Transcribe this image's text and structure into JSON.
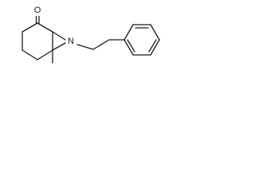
{
  "molecule": {
    "atoms": {
      "oxygen": "O",
      "nitrogen": "N"
    },
    "description_visible_text": [
      "O",
      "N"
    ]
  }
}
